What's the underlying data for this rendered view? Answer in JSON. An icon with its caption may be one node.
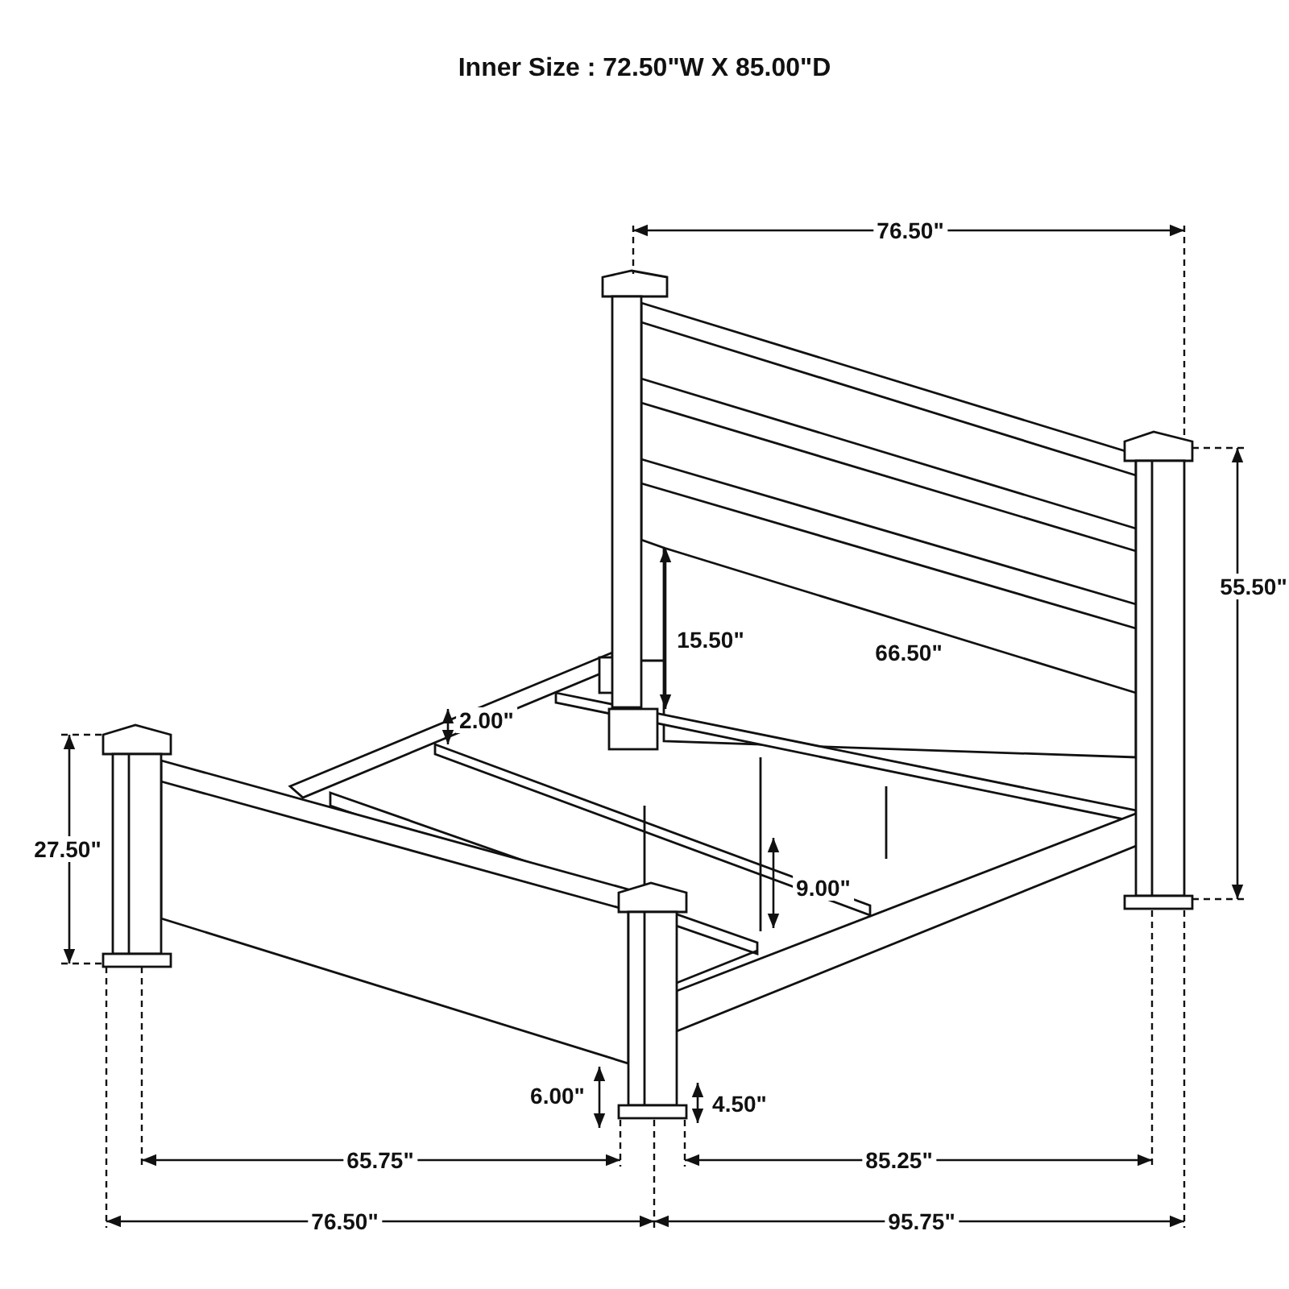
{
  "diagram": {
    "title": "Inner Size :  72.50\"W X 85.00\"D",
    "labels": [
      "76.50\"",
      "55.50\"",
      "15.50\"",
      "66.50\"",
      "2.00\"",
      "27.50\"",
      "9.00\"",
      "6.00\"",
      "4.50\"",
      "65.75\"",
      "85.25\"",
      "76.50\"",
      "95.75\""
    ]
  }
}
